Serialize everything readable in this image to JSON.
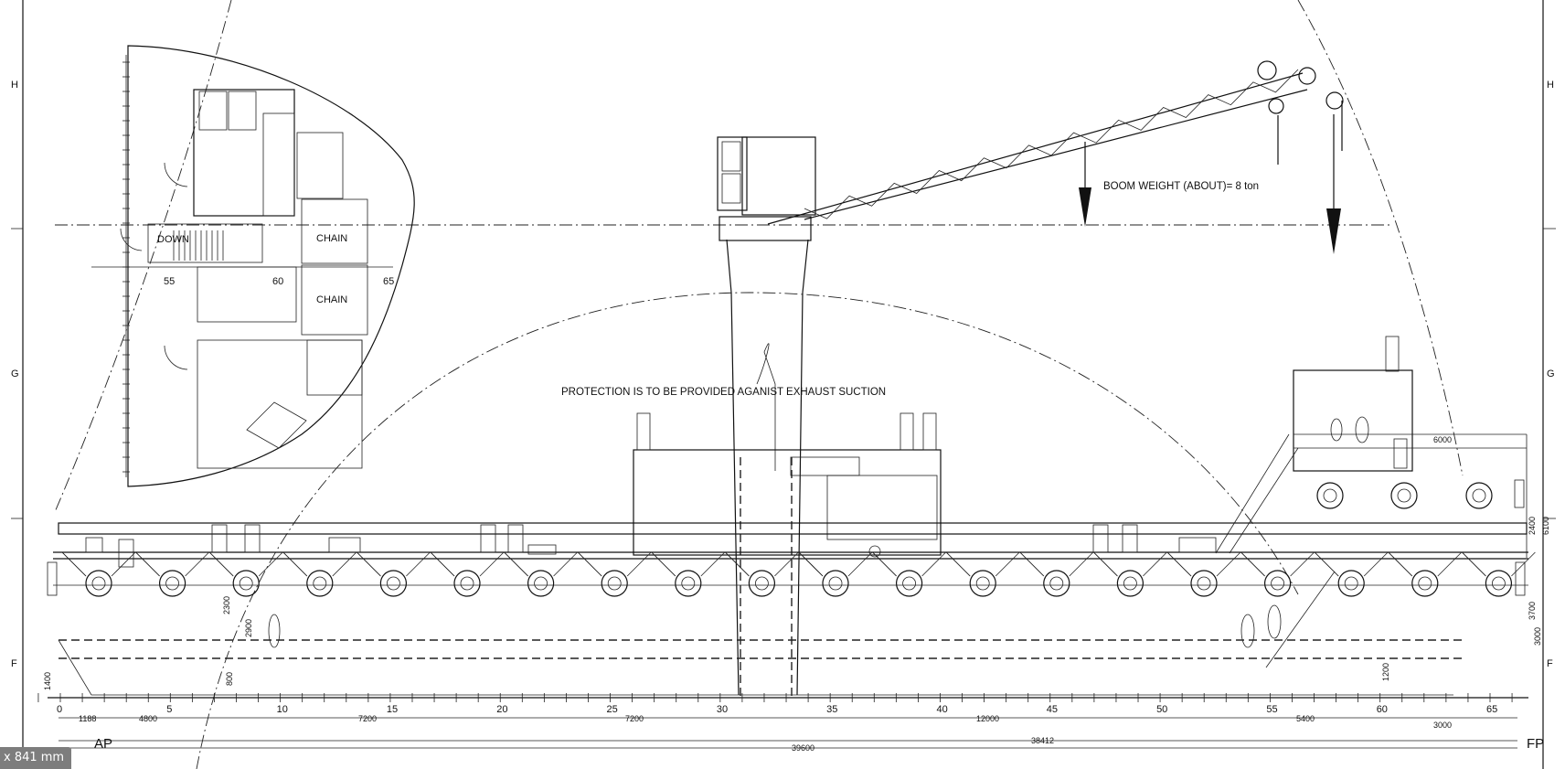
{
  "row_labels": [
    "H",
    "G",
    "F"
  ],
  "notes": {
    "boom_weight": "BOOM WEIGHT  (ABOUT)= 8 ton",
    "protection": "PROTECTION IS TO BE PROVIDED AGANIST EXHAUST SUCTION"
  },
  "plan_view": {
    "down": "DOWN",
    "chain_1": "CHAIN",
    "chain_2": "CHAIN",
    "frames": [
      "55",
      "60",
      "65"
    ]
  },
  "frame_scale": [
    "0",
    "5",
    "10",
    "15",
    "20",
    "25",
    "30",
    "35",
    "40",
    "45",
    "50",
    "55",
    "60",
    "65"
  ],
  "ends": {
    "aft": "AP",
    "fore": "FP"
  },
  "dimensions": {
    "d1188": "1188",
    "d4800": "4800",
    "d7200a": "7200",
    "d7200b": "7200",
    "d12000": "12000",
    "d5400": "5400",
    "d3000h": "3000",
    "d38412": "38412",
    "d39600": "39600",
    "d6000": "6000",
    "v2300": "2300",
    "v2900": "2900",
    "v800": "800",
    "v1400": "1400",
    "v2400": "2400",
    "v6100": "6100",
    "v3700": "3700",
    "v3000": "3000",
    "v1200": "1200"
  },
  "image_size_tag": "x 841 mm"
}
